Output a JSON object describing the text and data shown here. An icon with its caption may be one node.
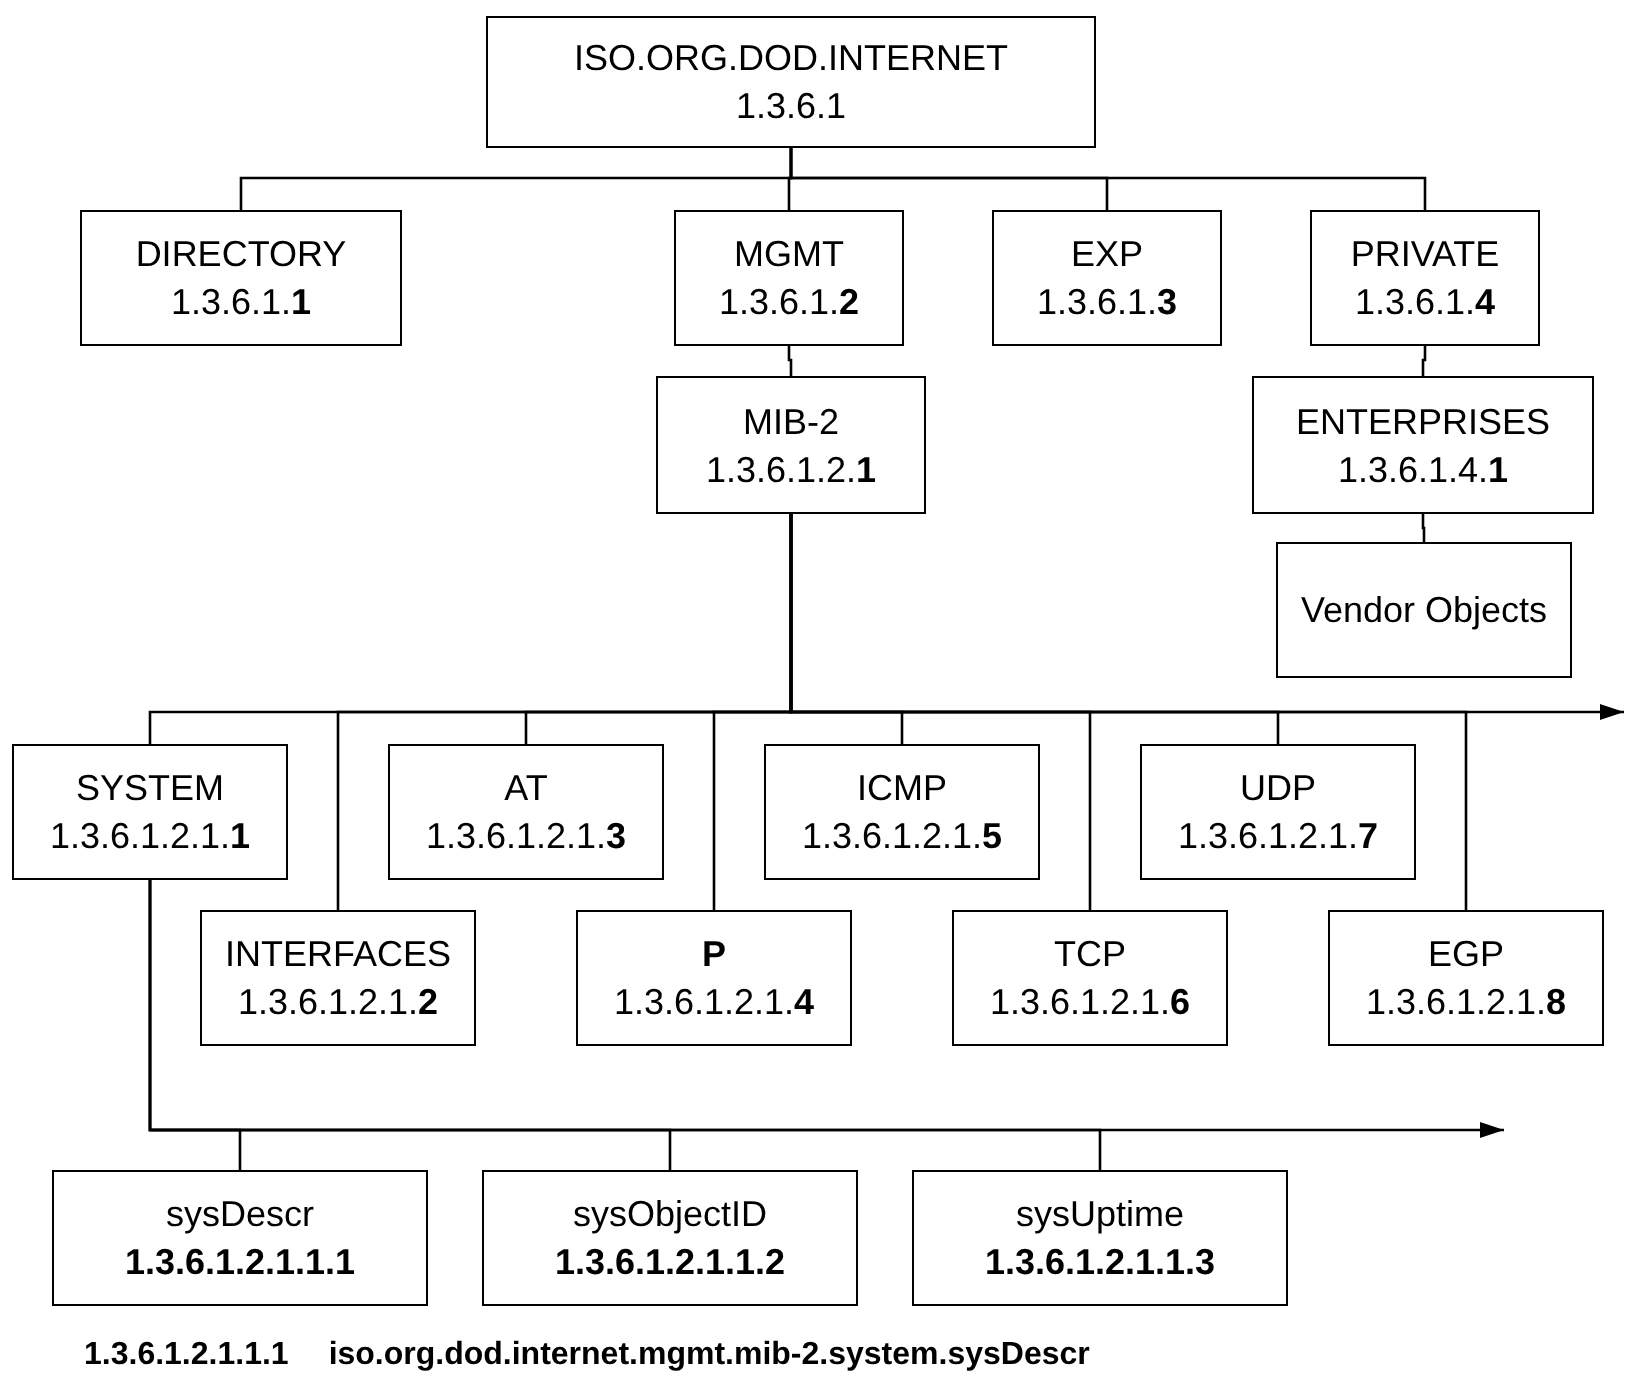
{
  "diagram": {
    "nodes": [
      {
        "text": [
          "ISO.ORG.DOD.INTERNET",
          "1.3.6.1"
        ]
      },
      {
        "text": [
          "DIRECTORY",
          "1.3.6.1.**1**"
        ]
      },
      {
        "text": [
          "MGMT",
          "1.3.6.1.**2**"
        ]
      },
      {
        "text": [
          "EXP",
          "1.3.6.1.**3**"
        ]
      },
      {
        "text": [
          "PRIVATE",
          "1.3.6.1.**4**"
        ]
      },
      {
        "text": [
          "MIB-2",
          "1.3.6.1.2.**1**"
        ]
      },
      {
        "text": [
          "ENTERPRISES",
          "1.3.6.1.4.**1**"
        ]
      },
      {
        "text": [
          "Vendor Objects"
        ]
      },
      {
        "text": [
          "SYSTEM",
          "1.3.6.1.2.1.**1**"
        ]
      },
      {
        "text": [
          "INTERFACES",
          "1.3.6.1.2.1.**2**"
        ]
      },
      {
        "text": [
          "AT",
          "1.3.6.1.2.1.**3**"
        ]
      },
      {
        "text": [
          "**P**",
          "1.3.6.1.2.1.**4**"
        ]
      },
      {
        "text": [
          "ICMP",
          "1.3.6.1.2.1.**5**"
        ]
      },
      {
        "text": [
          "TCP",
          "1.3.6.1.2.1.**6**"
        ]
      },
      {
        "text": [
          "UDP",
          "1.3.6.1.2.1.**7**"
        ]
      },
      {
        "text": [
          "EGP",
          "1.3.6.1.2.1.**8**"
        ]
      },
      {
        "text": [
          "sysDescr",
          "**1.3.6.1.2.1.1.1**"
        ]
      },
      {
        "text": [
          "sysObjectID",
          "**1.3.6.1.2.1.1.2**"
        ]
      },
      {
        "text": [
          "sysUptime",
          "**1.3.6.1.2.1.1.3**"
        ]
      }
    ],
    "edges": [
      {
        "from": 0,
        "to": 1,
        "arrow": "none"
      },
      {
        "from": 0,
        "to": 2,
        "arrow": "none"
      },
      {
        "from": 0,
        "to": 3,
        "arrow": "none"
      },
      {
        "from": 0,
        "to": 4,
        "arrow": "none"
      },
      {
        "from": 2,
        "to": 5,
        "arrow": "none"
      },
      {
        "from": 4,
        "to": 6,
        "arrow": "none"
      },
      {
        "from": 6,
        "to": 7,
        "arrow": "none"
      },
      {
        "from": 5,
        "to": 8,
        "arrow": "none"
      },
      {
        "from": 5,
        "to": 9,
        "arrow": "none"
      },
      {
        "from": 5,
        "to": 10,
        "arrow": "none"
      },
      {
        "from": 5,
        "to": 11,
        "arrow": "none"
      },
      {
        "from": 5,
        "to": 12,
        "arrow": "none"
      },
      {
        "from": 5,
        "to": 13,
        "arrow": "none"
      },
      {
        "from": 5,
        "to": 14,
        "arrow": "none"
      },
      {
        "from": 5,
        "to": 15,
        "arrow": "none"
      },
      {
        "from": 8,
        "to": 16,
        "arrow": "none"
      },
      {
        "from": 8,
        "to": 17,
        "arrow": "none"
      },
      {
        "from": 8,
        "to": 18,
        "arrow": "none"
      }
    ],
    "labels": [
      "1.3.6.1.2.1.1.1",
      "iso.org.dod.internet.mgmt.mib-2.system.sysDescr"
    ]
  }
}
